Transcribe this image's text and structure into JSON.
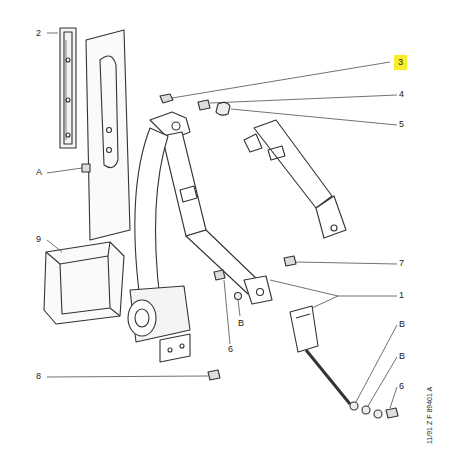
{
  "diagram": {
    "labels": [
      "2",
      "3",
      "4",
      "5",
      "A",
      "9",
      "B",
      "6",
      "1",
      "7",
      "8",
      "B",
      "B",
      "6",
      "11/91 Z F 89401 A"
    ]
  }
}
